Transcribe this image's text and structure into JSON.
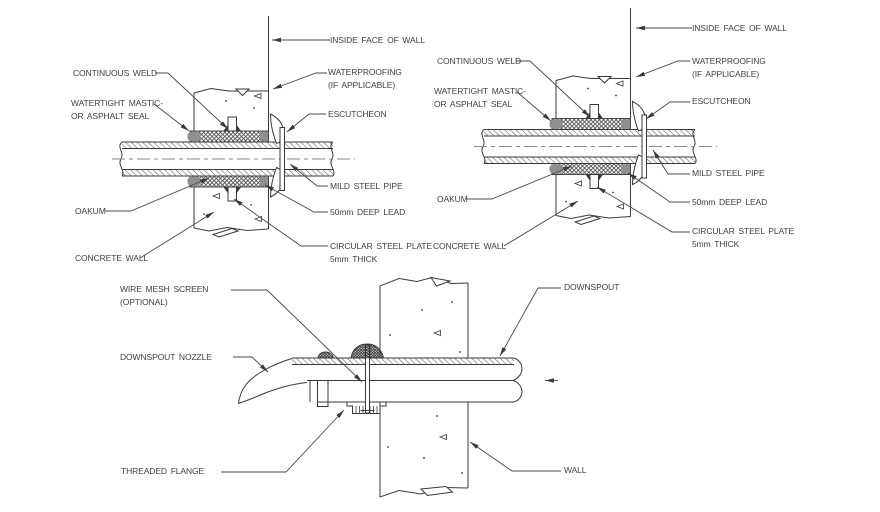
{
  "colors": {
    "background": "#ffffff",
    "line": "#3a3a3a",
    "leader": "#4a4a4a",
    "text": "#3f3f3f",
    "oakum_gray": "#8f8f8f"
  },
  "details": {
    "pipe_left": {
      "inside_face": "INSIDE FACE OF WALL",
      "continuous_weld": "CONTINUOUS WELD",
      "watertight_mastic": "WATERTIGHT MASTIC-\nOR ASPHALT SEAL",
      "waterproofing": "WATERPROOFING\n(IF APPLICABLE)",
      "escutcheon": "ESCUTCHEON",
      "mild_steel_pipe": "MILD STEEL PIPE",
      "oakum": "OAKUM",
      "deep_lead": "50mm DEEP LEAD",
      "circular_plate": "CIRCULAR STEEL PLATE\n5mm THICK",
      "concrete_wall": "CONCRETE WALL"
    },
    "pipe_right": {
      "inside_face": "INSIDE FACE OF WALL",
      "continuous_weld": "CONTINUOUS WELD",
      "watertight_mastic": "WATERTIGHT MASTIC-\nOR ASPHALT SEAL",
      "waterproofing": "WATERPROOFING\n(IF APPLICABLE)",
      "escutcheon": "ESCUTCHEON",
      "mild_steel_pipe": "MILD STEEL PIPE",
      "oakum": "OAKUM",
      "deep_lead": "50mm DEEP LEAD",
      "circular_plate": "CIRCULAR STEEL PLATE\n5mm THICK",
      "concrete_wall": "CONCRETE WALL"
    },
    "downspout": {
      "wire_mesh_screen": "WIRE MESH SCREEN\n(OPTIONAL)",
      "downspout_nozzle": "DOWNSPOUT NOZZLE",
      "threaded_flange": "THREADED FLANGE",
      "downspout": "DOWNSPOUT",
      "wall": "WALL"
    }
  }
}
